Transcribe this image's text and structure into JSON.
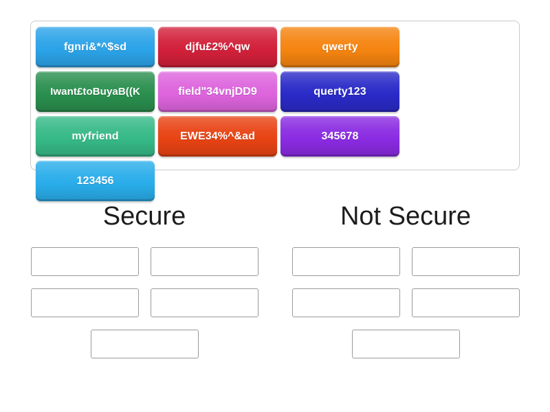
{
  "activity": {
    "type": "group-sort",
    "tile_bank": {
      "name": "word-bank",
      "tiles": [
        {
          "label": "fgnri&*^$sd",
          "color": "#2BA3E8"
        },
        {
          "label": "djfu£2%^qw",
          "color": "#D2203A"
        },
        {
          "label": "qwerty",
          "color": "#F58410"
        },
        {
          "label": "Iwant£toBuyaB((K",
          "color": "#2A8F4E"
        },
        {
          "label": "field\"34vnjDD9",
          "color": "#DD64DD"
        },
        {
          "label": "querty123",
          "color": "#2A2AC8"
        },
        {
          "label": "myfriend",
          "color": "#36B987"
        },
        {
          "label": "EWE34%^&ad",
          "color": "#E84313"
        },
        {
          "label": "345678",
          "color": "#8A2BE2"
        },
        {
          "label": "123456",
          "color": "#29ADEA"
        }
      ]
    },
    "categories": [
      {
        "heading": "Secure",
        "name": "category-secure",
        "dropzone_rows": [
          {
            "slots": 2
          },
          {
            "slots": 2
          },
          {
            "slots": 1
          }
        ]
      },
      {
        "heading": "Not Secure",
        "name": "category-not-secure",
        "dropzone_rows": [
          {
            "slots": 2
          },
          {
            "slots": 2
          },
          {
            "slots": 1
          }
        ]
      }
    ],
    "colors": {
      "page_background": "#FFFFFF",
      "bank_border": "#C9C9C9",
      "dropzone_border": "#9A9A9A",
      "heading_text": "#1D1D1D",
      "tile_text": "#FFFFFF"
    }
  }
}
